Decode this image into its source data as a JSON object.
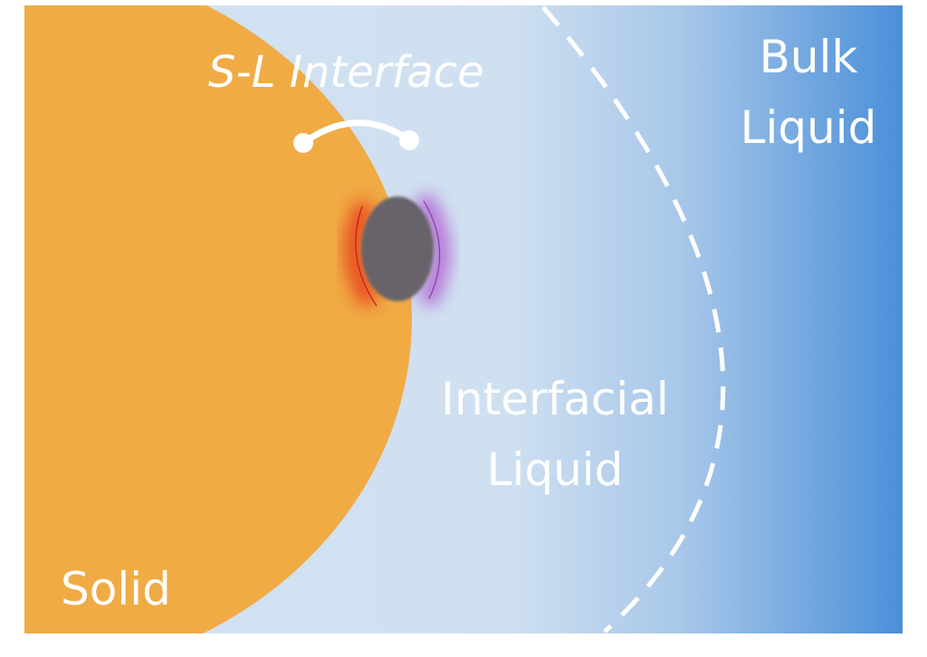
{
  "labels": {
    "interface": "S-L Interface",
    "bulk_line1": "Bulk",
    "bulk_line2": "Liquid",
    "interfacial_line1": "Interfacial",
    "interfacial_line2": "Liquid",
    "solid": "Solid"
  },
  "colors": {
    "solid": "#f0ab45",
    "liquid_light": "#d2e2f2",
    "liquid_dark": "#4a8fd8",
    "particle": "#68636b",
    "glow_left": "#e8401c",
    "glow_right": "#b266d0"
  }
}
